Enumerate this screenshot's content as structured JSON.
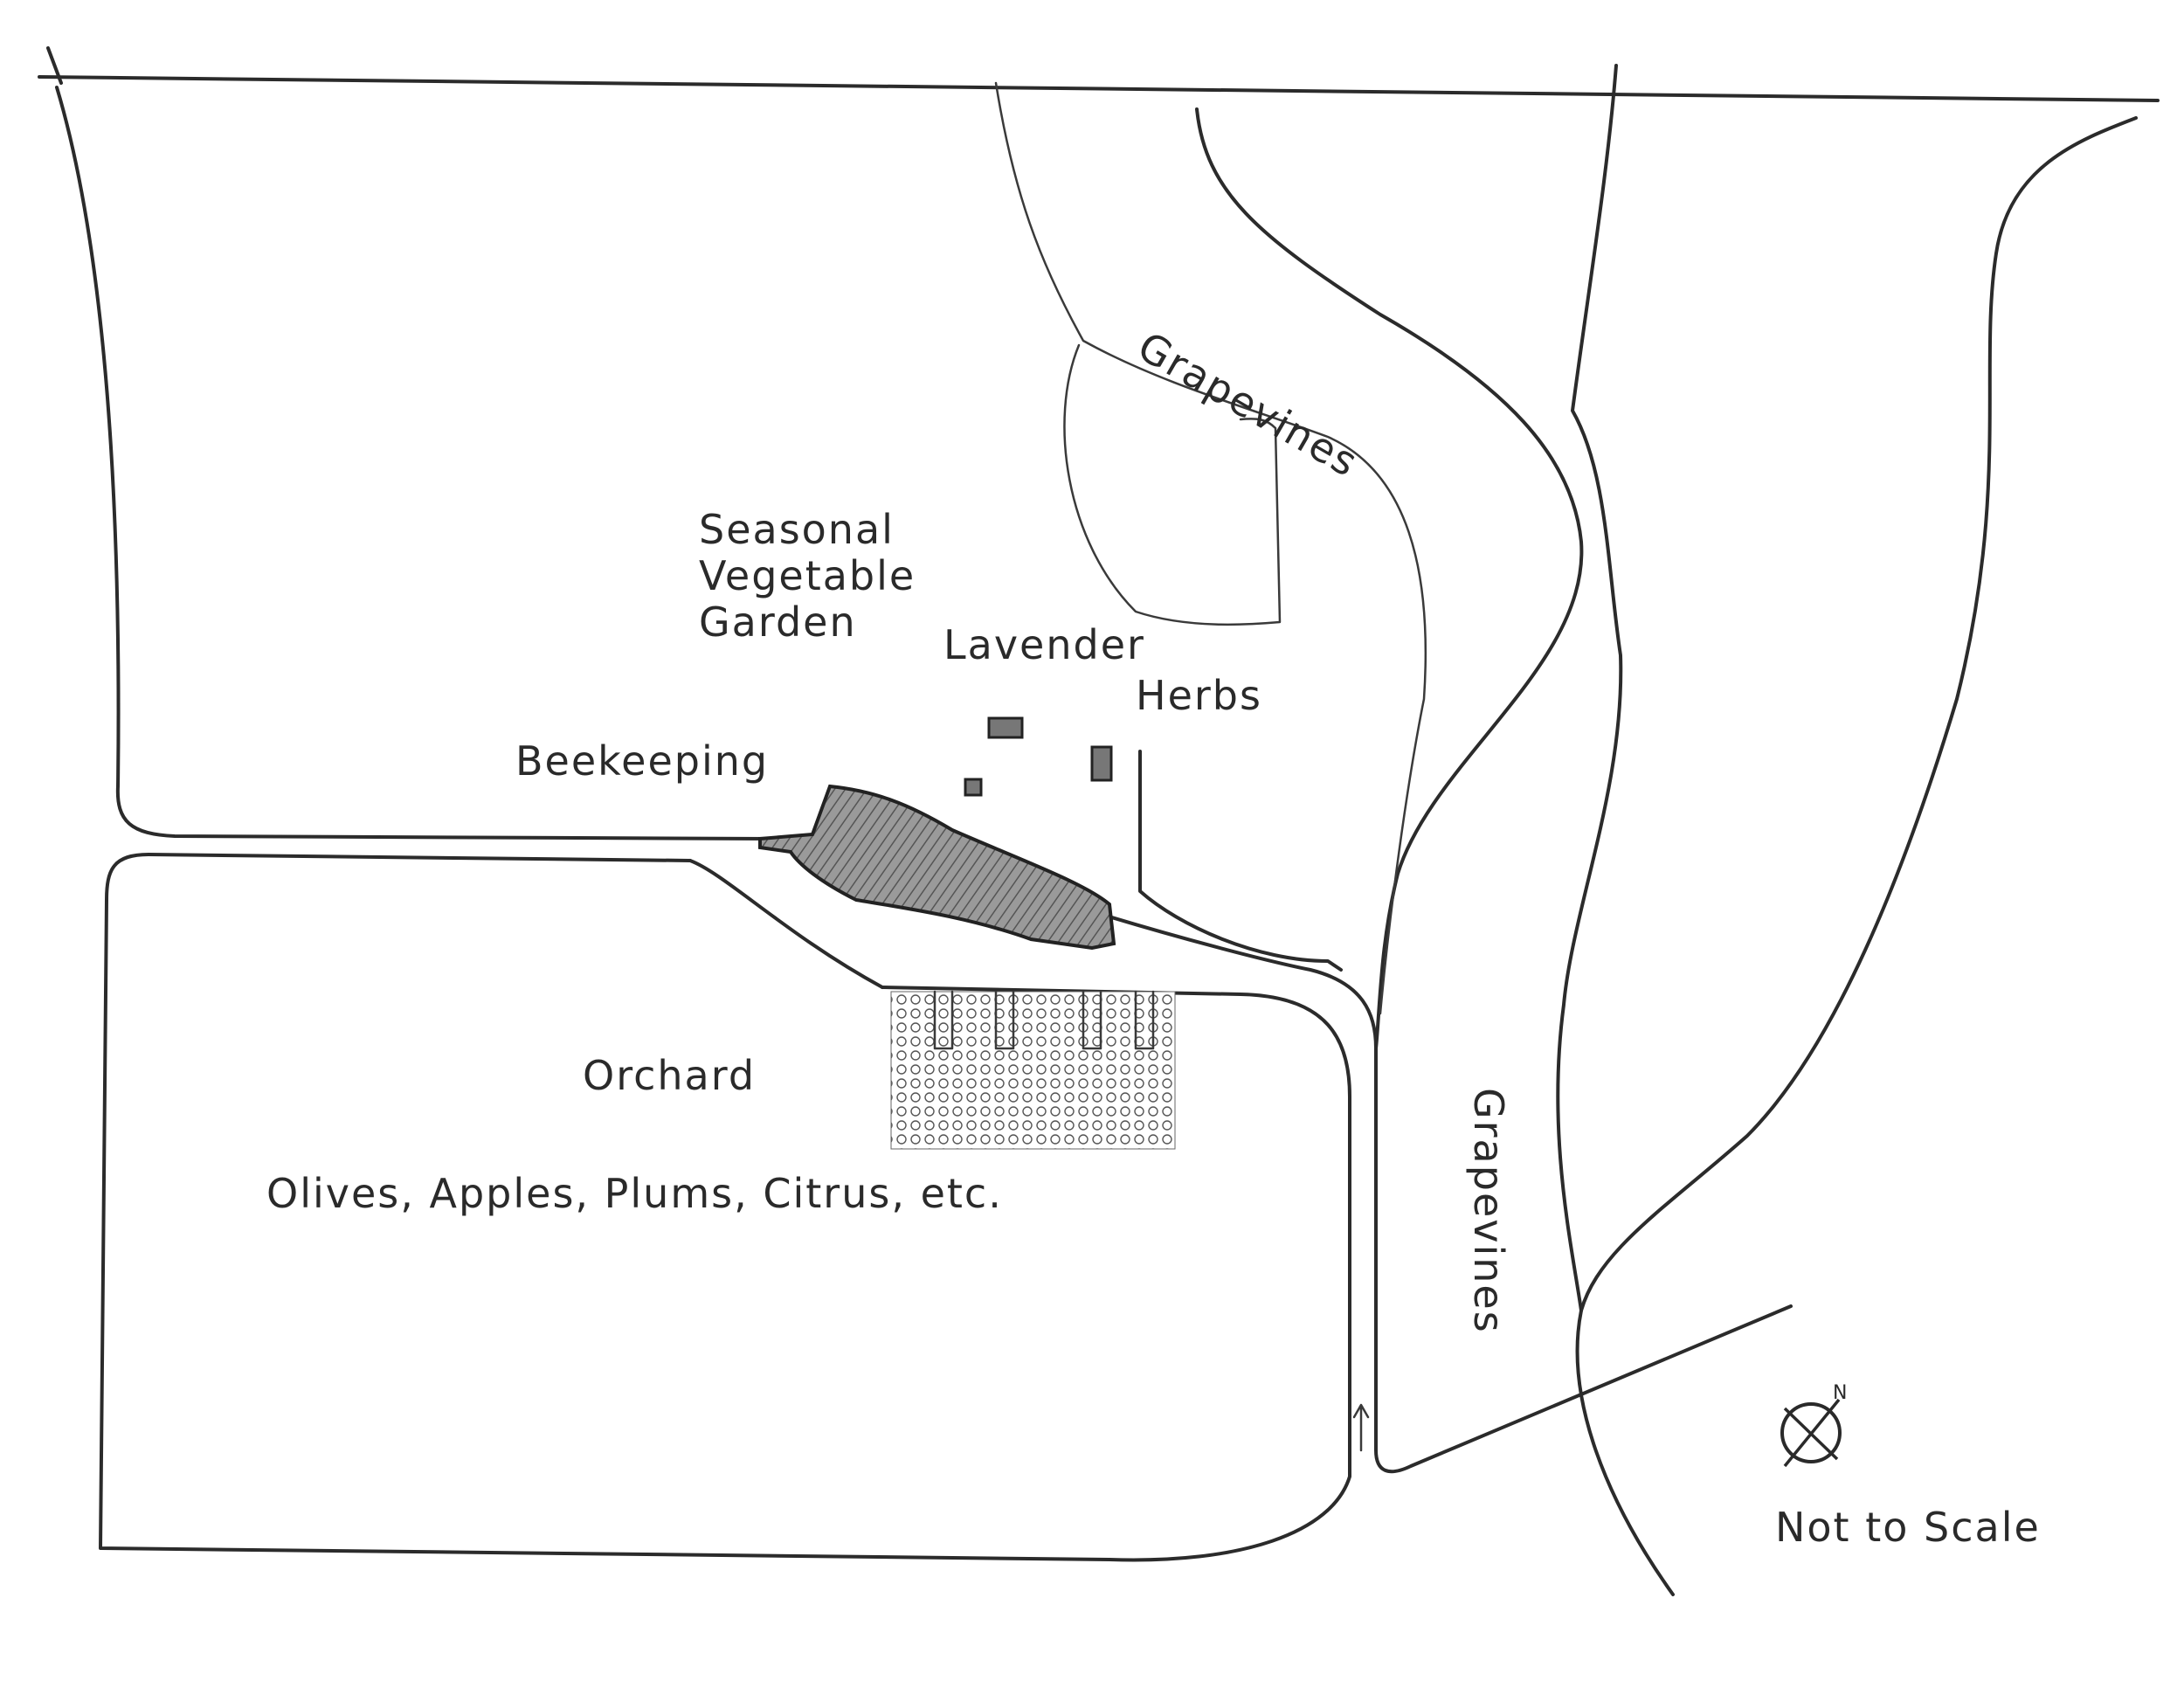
{
  "map": {
    "labels": {
      "grapevines_north": "Grapevines",
      "grapevines_east": "Grapevines",
      "vegetable_line1": "Seasonal",
      "vegetable_line2": "Vegetable",
      "vegetable_line3": "Garden",
      "lavender": "Lavender",
      "herbs": "Herbs",
      "beekeeping": "Beekeeping",
      "orchard": "Orchard",
      "orchard_contents": "Olives, Apples, Plums, Citrus, etc.",
      "compass_north": "N",
      "scale_note": "Not to Scale"
    },
    "icons": {
      "compass": "compass-rose-icon",
      "entrance_arrow": "arrow-up-icon"
    },
    "colors": {
      "ink": "#2b2b2b",
      "building_shade": "#8a8a8a",
      "paper": "#ffffff"
    }
  }
}
